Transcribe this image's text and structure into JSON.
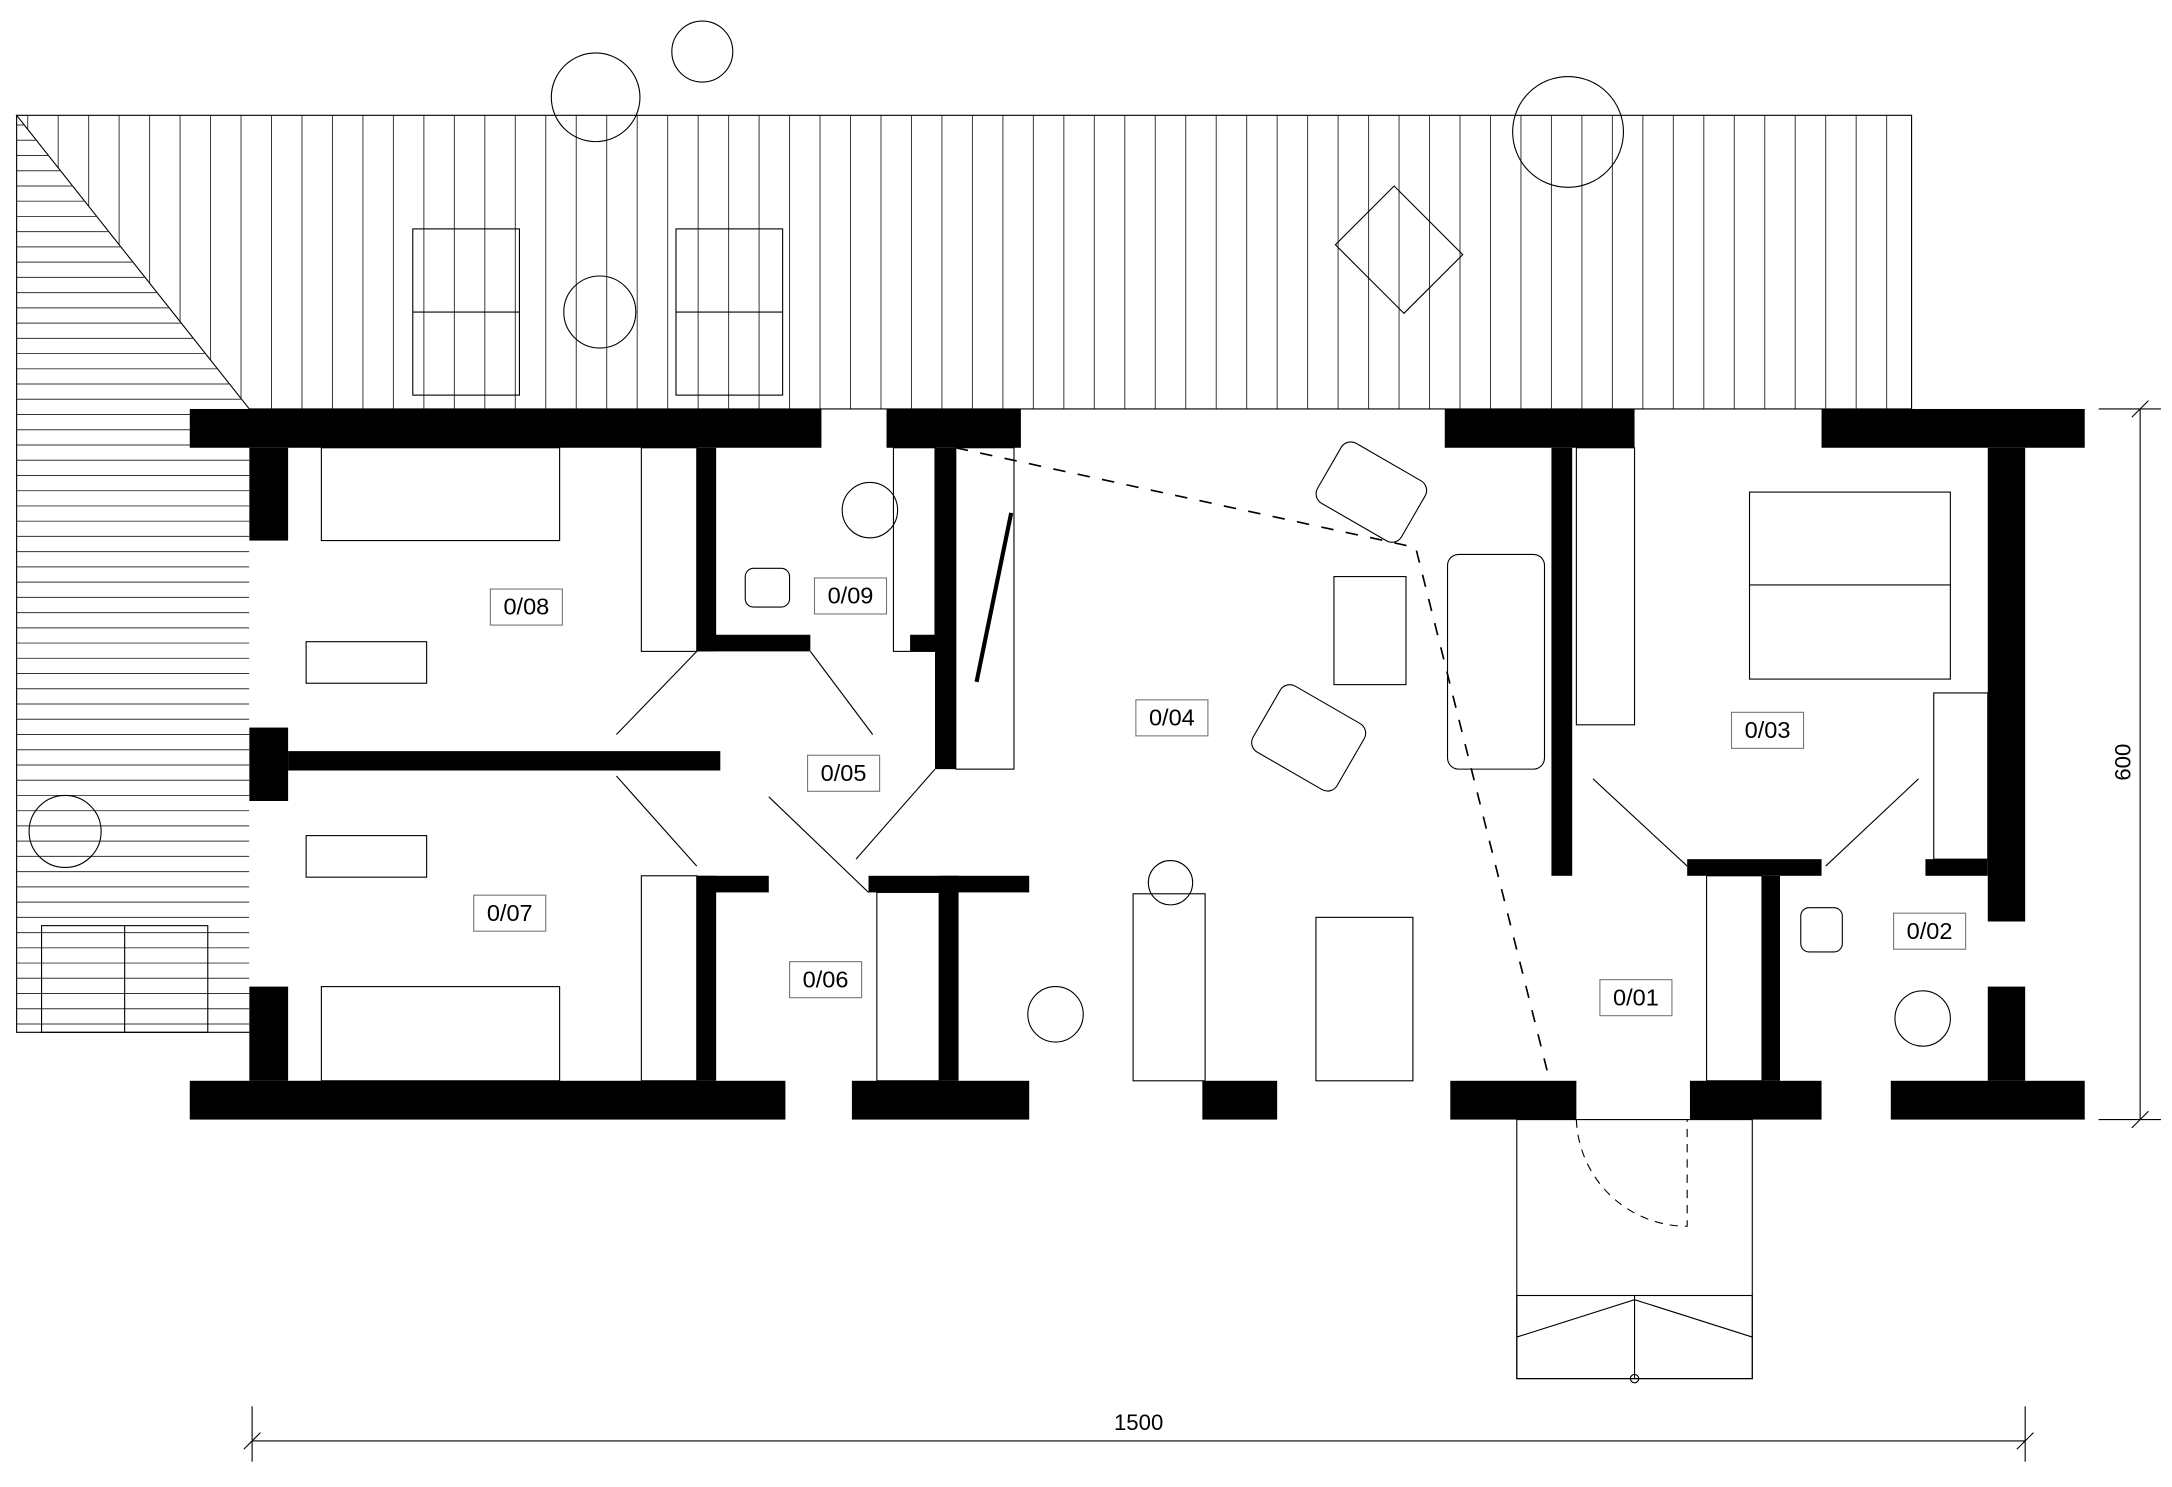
{
  "rooms": [
    {
      "id": "0/01"
    },
    {
      "id": "0/02"
    },
    {
      "id": "0/03"
    },
    {
      "id": "0/04"
    },
    {
      "id": "0/05"
    },
    {
      "id": "0/06"
    },
    {
      "id": "0/07"
    },
    {
      "id": "0/08"
    },
    {
      "id": "0/09"
    }
  ],
  "dimensions": {
    "width": "1500",
    "depth": "600"
  }
}
